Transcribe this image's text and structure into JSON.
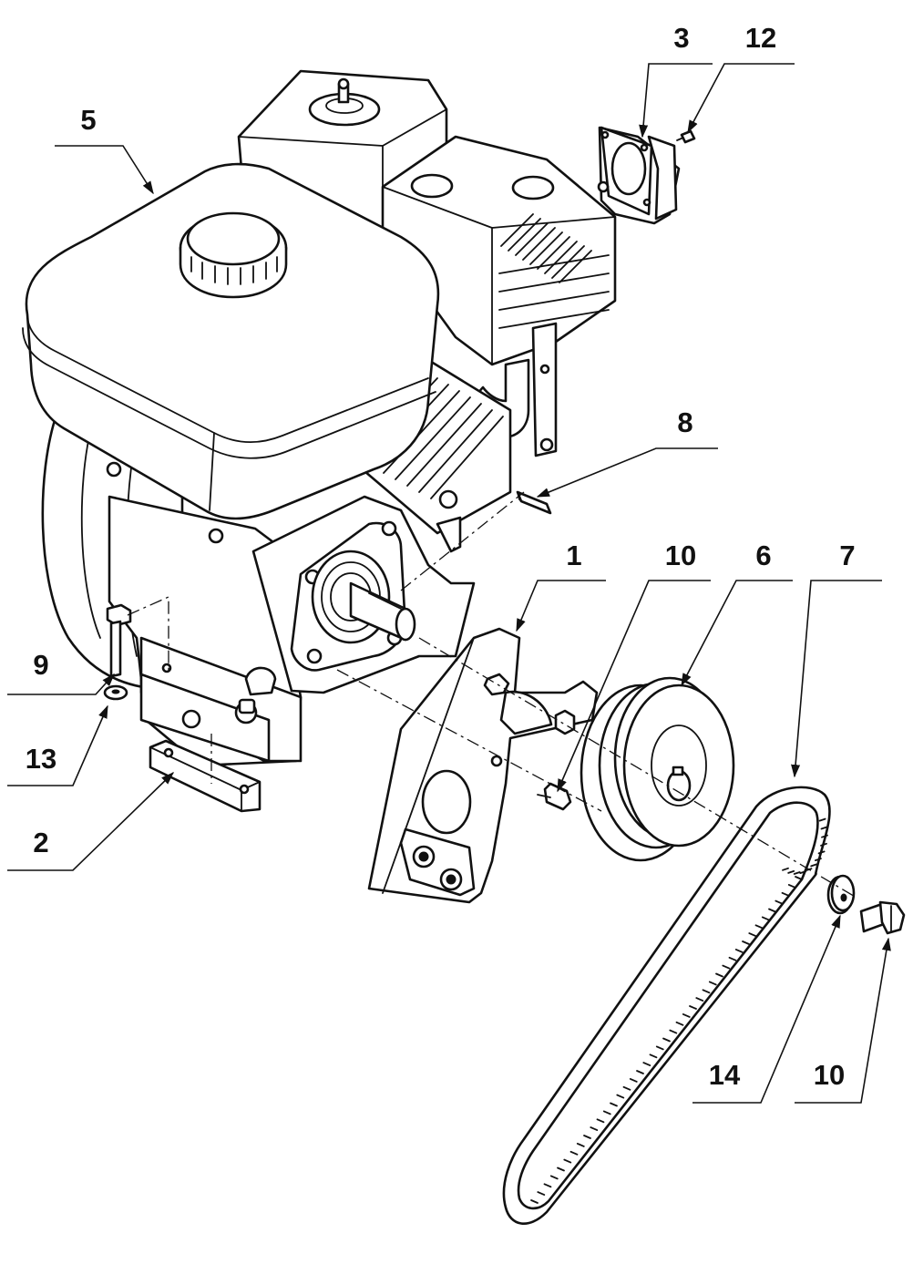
{
  "diagram": {
    "callouts": [
      {
        "id": "c5",
        "label": "5"
      },
      {
        "id": "c3",
        "label": "3"
      },
      {
        "id": "c12",
        "label": "12"
      },
      {
        "id": "c8",
        "label": "8"
      },
      {
        "id": "c1",
        "label": "1"
      },
      {
        "id": "c10a",
        "label": "10"
      },
      {
        "id": "c6",
        "label": "6"
      },
      {
        "id": "c7",
        "label": "7"
      },
      {
        "id": "c9",
        "label": "9"
      },
      {
        "id": "c13",
        "label": "13"
      },
      {
        "id": "c2",
        "label": "2"
      },
      {
        "id": "c14",
        "label": "14"
      },
      {
        "id": "c10b",
        "label": "10"
      }
    ]
  }
}
